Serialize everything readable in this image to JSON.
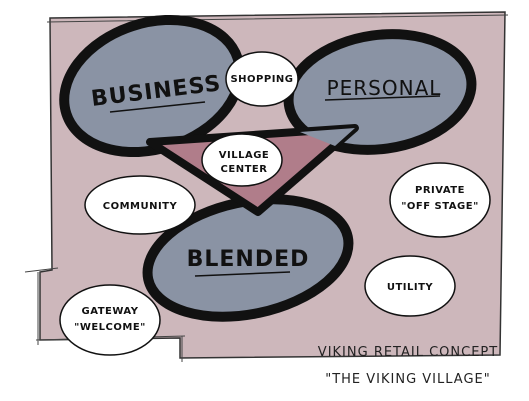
{
  "colors": {
    "site_fill": "#cdb7bb",
    "zone_fill": "#8a93a4",
    "triangle_fill": "#b07d8a",
    "ink": "#111111",
    "bubble_fill": "#ffffff"
  },
  "zones": {
    "business": "BUSINESS",
    "personal": "PERSONAL",
    "blended": "BLENDED"
  },
  "bubbles": {
    "shopping": "SHOPPING",
    "village_center": [
      "VILLAGE",
      "CENTER"
    ],
    "community": "COMMUNITY",
    "private_offstage": [
      "PRIVATE",
      "\"OFF STAGE\""
    ],
    "utility": "UTILITY",
    "gateway": [
      "GATEWAY",
      "\"WELCOME\""
    ]
  },
  "caption": {
    "line1": "VIKING RETAIL CONCEPT",
    "line2": "\"THE VIKING VILLAGE\""
  }
}
